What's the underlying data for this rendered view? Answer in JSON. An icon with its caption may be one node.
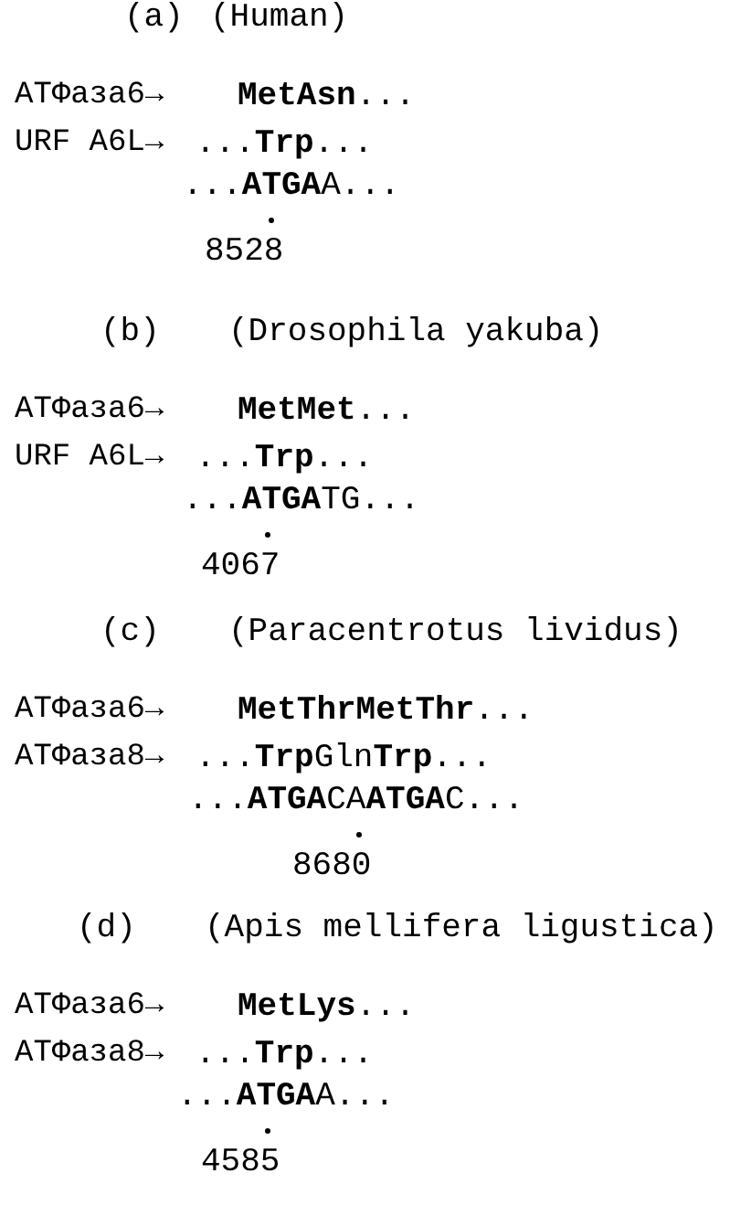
{
  "diagram": {
    "labels": [
      "(a)",
      "(Human)",
      "ATФаза6→",
      "**MetAsn**...",
      "URF A6L→",
      "...**Trp**...",
      "...**ATGA**A...",
      "8528",
      "(b)",
      "(Drosophila yakuba)",
      "ATФаза6→",
      "**MetMet**...",
      "URF A6L→",
      "...**Trp**...",
      "...**ATGA**TG...",
      "4067",
      "(c)",
      "(Paracentrotus lividus)",
      "ATФаза6→",
      "**MetThrMetThr**...",
      "ATФаза8→",
      "...**Trp**Gln**Trp**...",
      "...**ATGA**CA**ATGA**C...",
      "8680",
      "(d)",
      "(Apis mellifera ligustica)",
      "ATФаза6→",
      "**MetLys**...",
      "ATФаза8→",
      "...**Trp**...",
      "...**ATGA**A...",
      "4585"
    ]
  }
}
